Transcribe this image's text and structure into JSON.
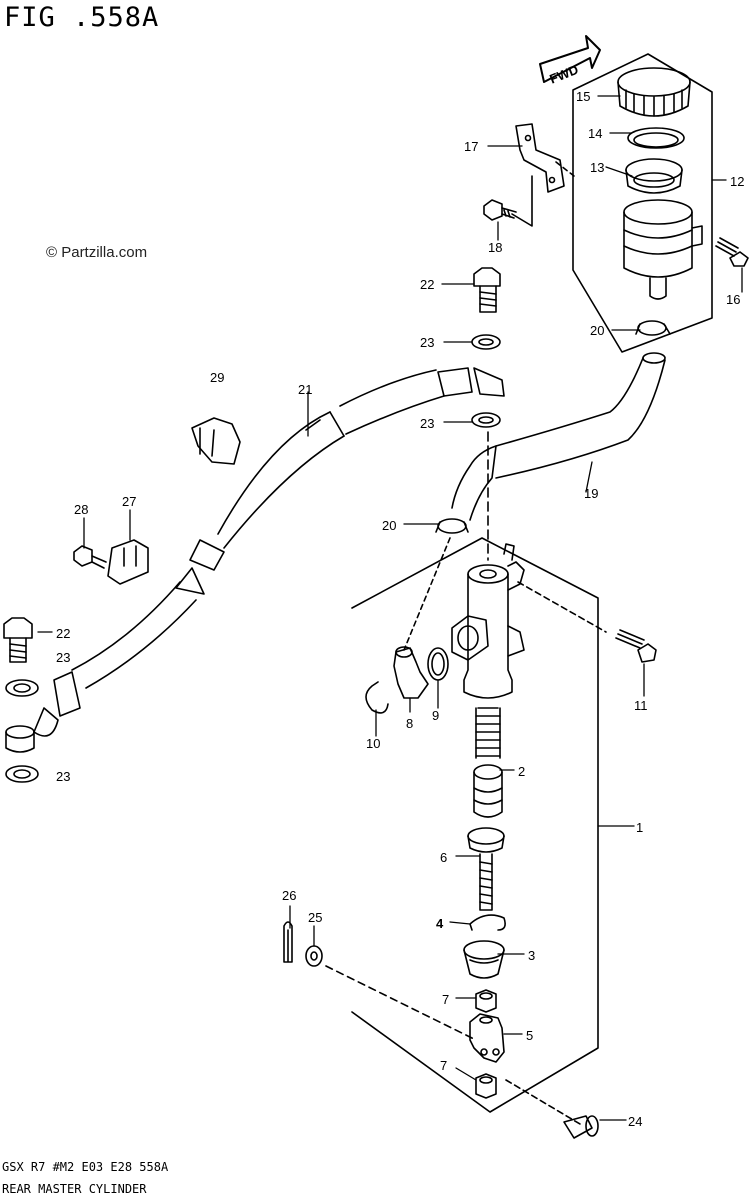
{
  "header": {
    "figure_title": "FIG .558A"
  },
  "watermark": {
    "text": "© Partzilla.com"
  },
  "fwd_badge": "FWD",
  "footer": {
    "code": "GSX  R7 #M2  E03  E28  558A",
    "name": "REAR MASTER CYLINDER"
  },
  "callouts": {
    "c1": "1",
    "c2": "2",
    "c3": "3",
    "c4": "4",
    "c5": "5",
    "c6": "6",
    "c7a": "7",
    "c7b": "7",
    "c8": "8",
    "c9": "9",
    "c10": "10",
    "c11": "11",
    "c12": "12",
    "c13": "13",
    "c14": "14",
    "c15": "15",
    "c16": "16",
    "c17": "17",
    "c18": "18",
    "c19": "19",
    "c20a": "20",
    "c20b": "20",
    "c21": "21",
    "c22a": "22",
    "c22b": "22",
    "c23a": "23",
    "c23b": "23",
    "c23c": "23",
    "c23d": "23",
    "c24": "24",
    "c25": "25",
    "c26": "26",
    "c27": "27",
    "c28": "28",
    "c29": "29"
  }
}
